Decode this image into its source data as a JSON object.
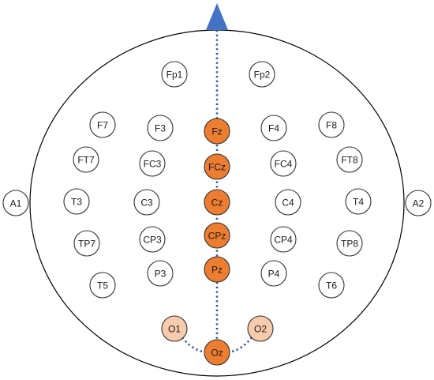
{
  "colors": {
    "midline": "#ED7D31",
    "occipital_side": "#F8CBAD",
    "default": "#FFFFFF",
    "nose": "#4472C4",
    "dotted_line": "#2F5597",
    "head_outline": "#000000"
  },
  "electrodes": [
    {
      "id": "Fp1",
      "label": "Fp1",
      "group": "default"
    },
    {
      "id": "Fp2",
      "label": "Fp2",
      "group": "default"
    },
    {
      "id": "F7",
      "label": "F7",
      "group": "default"
    },
    {
      "id": "F3",
      "label": "F3",
      "group": "default"
    },
    {
      "id": "Fz",
      "label": "Fz",
      "group": "midline"
    },
    {
      "id": "F4",
      "label": "F4",
      "group": "default"
    },
    {
      "id": "F8",
      "label": "F8",
      "group": "default"
    },
    {
      "id": "FT7",
      "label": "FT7",
      "group": "default"
    },
    {
      "id": "FC3",
      "label": "FC3",
      "group": "default"
    },
    {
      "id": "FCz",
      "label": "FCz",
      "group": "midline"
    },
    {
      "id": "FC4",
      "label": "FC4",
      "group": "default"
    },
    {
      "id": "FT8",
      "label": "FT8",
      "group": "default"
    },
    {
      "id": "A1",
      "label": "A1",
      "group": "default"
    },
    {
      "id": "T3",
      "label": "T3",
      "group": "default"
    },
    {
      "id": "C3",
      "label": "C3",
      "group": "default"
    },
    {
      "id": "Cz",
      "label": "Cz",
      "group": "midline"
    },
    {
      "id": "C4",
      "label": "C4",
      "group": "default"
    },
    {
      "id": "T4",
      "label": "T4",
      "group": "default"
    },
    {
      "id": "A2",
      "label": "A2",
      "group": "default"
    },
    {
      "id": "TP7",
      "label": "TP7",
      "group": "default"
    },
    {
      "id": "CP3",
      "label": "CP3",
      "group": "default"
    },
    {
      "id": "CPz",
      "label": "CPz",
      "group": "midline"
    },
    {
      "id": "CP4",
      "label": "CP4",
      "group": "default"
    },
    {
      "id": "TP8",
      "label": "TP8",
      "group": "default"
    },
    {
      "id": "T5",
      "label": "T5",
      "group": "default"
    },
    {
      "id": "P3",
      "label": "P3",
      "group": "default"
    },
    {
      "id": "Pz",
      "label": "Pz",
      "group": "midline"
    },
    {
      "id": "P4",
      "label": "P4",
      "group": "default"
    },
    {
      "id": "T6",
      "label": "T6",
      "group": "default"
    },
    {
      "id": "O1",
      "label": "O1",
      "group": "occipital_side"
    },
    {
      "id": "O2",
      "label": "O2",
      "group": "occipital_side"
    },
    {
      "id": "Oz",
      "label": "Oz",
      "group": "midline"
    }
  ]
}
